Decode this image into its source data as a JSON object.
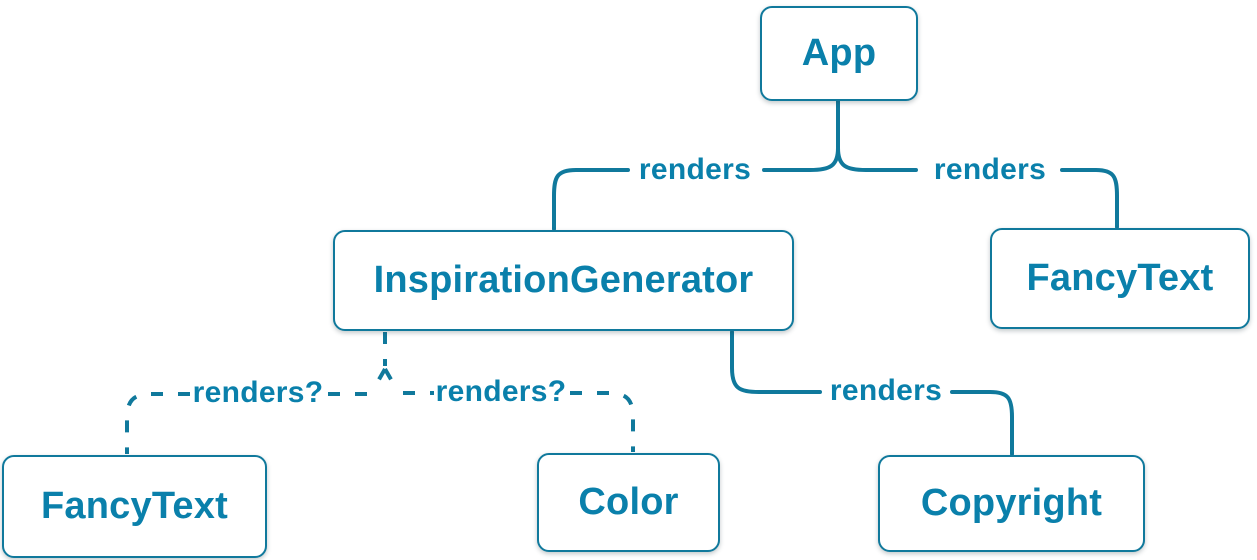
{
  "diagram": {
    "kind": "component-render-tree",
    "colors": {
      "accent_text": "#0a80ab",
      "line": "#10799c",
      "node_background": "#ffffff"
    },
    "nodes": [
      {
        "id": "app",
        "label": "App"
      },
      {
        "id": "inspiration-generator",
        "label": "InspirationGenerator"
      },
      {
        "id": "fancy-text-top",
        "label": "FancyText"
      },
      {
        "id": "fancy-text-bottom",
        "label": "FancyText"
      },
      {
        "id": "color",
        "label": "Color"
      },
      {
        "id": "copyright",
        "label": "Copyright"
      }
    ],
    "edges": [
      {
        "from": "App",
        "to": "InspirationGenerator",
        "label": "renders",
        "style": "solid"
      },
      {
        "from": "App",
        "to": "FancyText",
        "label": "renders",
        "style": "solid"
      },
      {
        "from": "InspirationGenerator",
        "to": "FancyText",
        "label": "renders?",
        "style": "dashed"
      },
      {
        "from": "InspirationGenerator",
        "to": "Color",
        "label": "renders?",
        "style": "dashed"
      },
      {
        "from": "InspirationGenerator",
        "to": "Copyright",
        "label": "renders",
        "style": "solid"
      }
    ]
  }
}
